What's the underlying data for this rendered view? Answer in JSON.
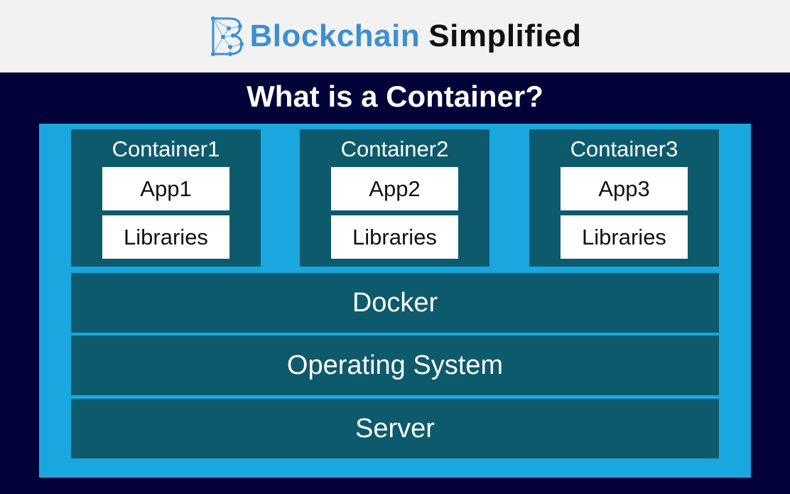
{
  "header": {
    "brand_primary": "Blockchain",
    "brand_secondary": "Simplified",
    "logo_icon": "blockchain-network-b-icon"
  },
  "diagram": {
    "title": "What is a Container?",
    "containers": [
      {
        "label": "Container1",
        "app": "App1",
        "libraries": "Libraries"
      },
      {
        "label": "Container2",
        "app": "App2",
        "libraries": "Libraries"
      },
      {
        "label": "Container3",
        "app": "App3",
        "libraries": "Libraries"
      }
    ],
    "layers": [
      "Docker",
      "Operating System",
      "Server"
    ]
  },
  "colors": {
    "header_bg": "#f2f2f2",
    "panel_bg": "#020238",
    "stage_bg": "#1aa7e0",
    "block_bg": "#0e5a6d",
    "brand_blue": "#3d8fd1"
  }
}
